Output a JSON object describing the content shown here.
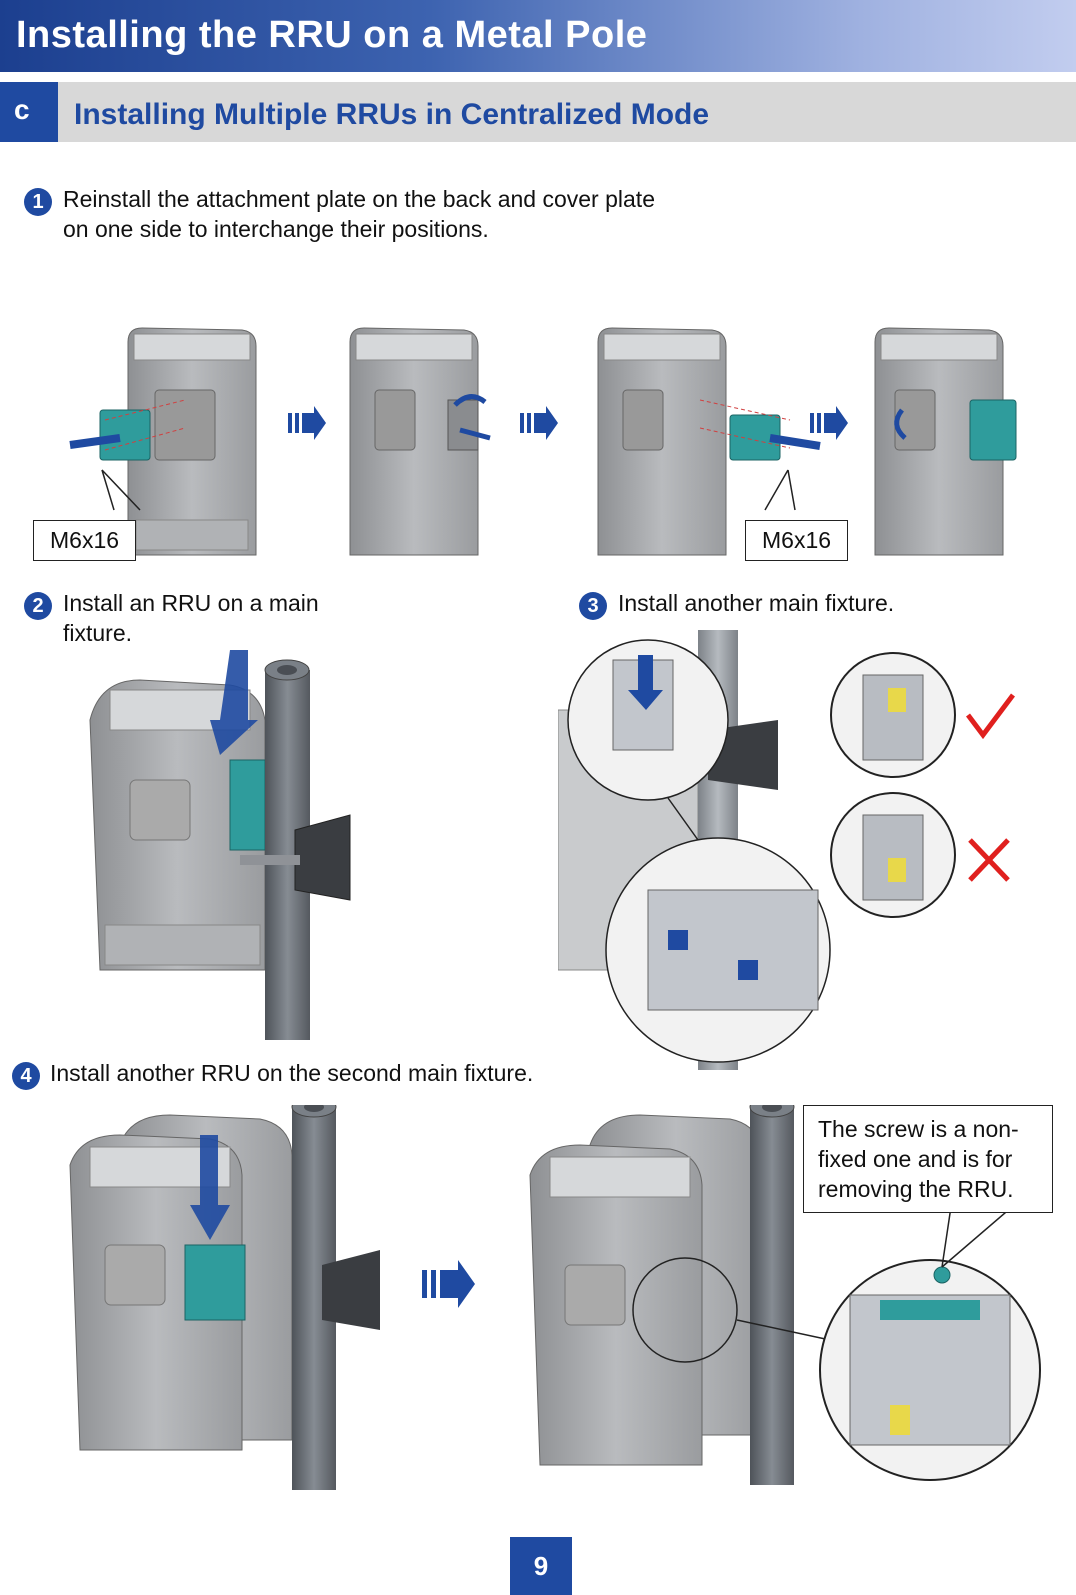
{
  "header": {
    "title": "Installing the RRU on a Metal Pole"
  },
  "section": {
    "letter": "c",
    "title": "Installing Multiple RRUs in Centralized Mode"
  },
  "steps": [
    {
      "number": "1",
      "text": "Reinstall the attachment plate on the back and cover plate on one side to interchange their positions."
    },
    {
      "number": "2",
      "text": "Install an RRU on a main fixture."
    },
    {
      "number": "3",
      "text": "Install another main fixture."
    },
    {
      "number": "4",
      "text": "Install another RRU on the second main fixture."
    }
  ],
  "labels": {
    "screw_left": "M6x16",
    "screw_right": "M6x16"
  },
  "note": "The screw is a non-fixed one and is for removing the RRU.",
  "page_number": "9",
  "colors": {
    "brand_blue": "#1f4aa1",
    "bracket_teal": "#2f9c9c",
    "check_red": "#e0201e",
    "rru_gray": "#a9abae"
  }
}
